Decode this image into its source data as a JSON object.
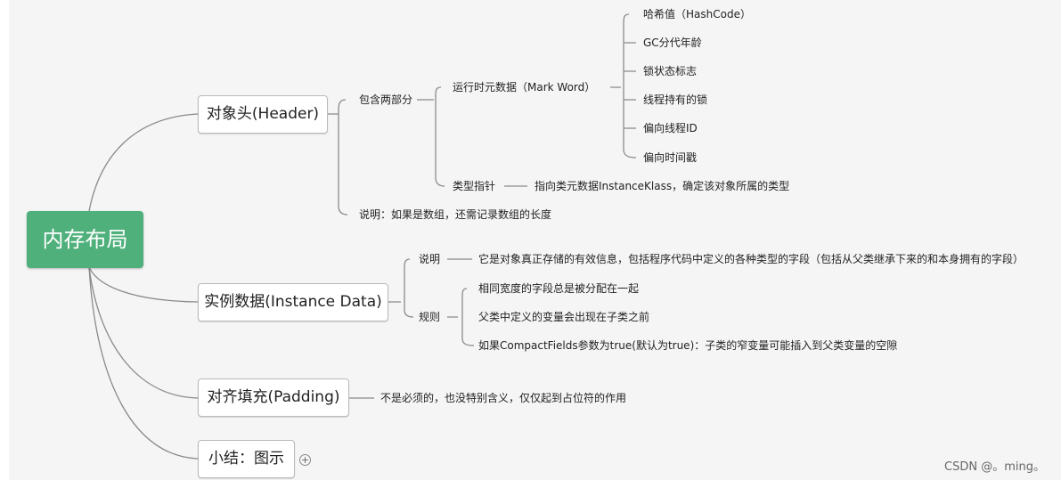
{
  "root": {
    "label": "内存布局"
  },
  "header": {
    "label": "对象头(Header)",
    "contains": "包含两部分",
    "mark_word": {
      "label": "运行时元数据（Mark Word）",
      "items": [
        "哈希值（HashCode）",
        "GC分代年龄",
        "锁状态标志",
        "线程持有的锁",
        "偏向线程ID",
        "偏向时间戳"
      ]
    },
    "type_pointer": {
      "label": "类型指针",
      "desc": "指向类元数据InstanceKlass，确定该对象所属的类型"
    },
    "note": "说明：如果是数组，还需记录数组的长度"
  },
  "instance": {
    "label": "实例数据(Instance Data)",
    "note_label": "说明",
    "note": "它是对象真正存储的有效信息，包括程序代码中定义的各种类型的字段（包括从父类继承下来的和本身拥有的字段）",
    "rules_label": "规则",
    "rules": [
      "相同宽度的字段总是被分配在一起",
      "父类中定义的变量会出现在子类之前",
      "如果CompactFields参数为true(默认为true)：子类的窄变量可能插入到父类变量的空隙"
    ]
  },
  "padding": {
    "label": "对齐填充(Padding)",
    "desc": "不是必须的，也没特别含义，仅仅起到占位符的作用"
  },
  "summary": {
    "label": "小结：图示"
  },
  "watermark": "CSDN @。ming。",
  "colors": {
    "root_bg": "#4fb07c",
    "line": "#8a8a8a"
  },
  "icons": {
    "expand": "plus-circle-icon"
  }
}
